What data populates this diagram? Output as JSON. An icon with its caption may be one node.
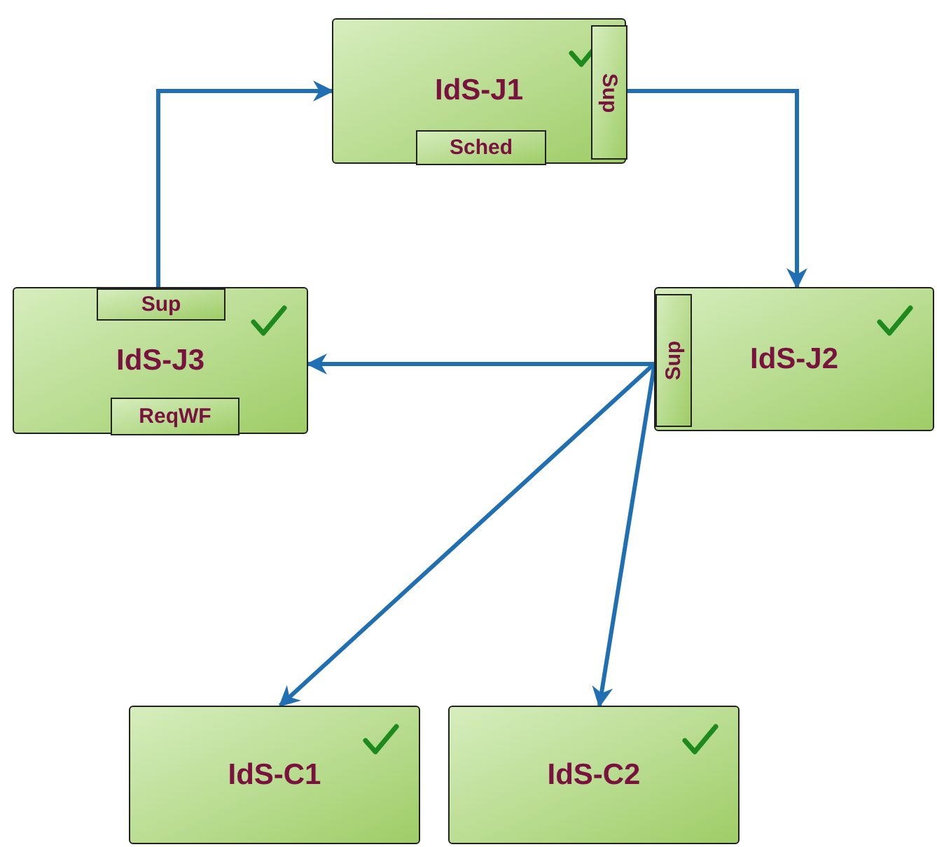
{
  "diagram": {
    "nodes": [
      {
        "text": [
          "IdS-J1"
        ]
      },
      {
        "text": [
          "Sched"
        ],
        "in": 0
      },
      {
        "text": [
          "Sup"
        ],
        "in": 0
      },
      {
        "text": [
          "IdS-J3"
        ]
      },
      {
        "text": [
          "Sup"
        ],
        "in": 3
      },
      {
        "text": [
          "ReqWF"
        ],
        "in": 3
      },
      {
        "text": [
          "IdS-J2"
        ]
      },
      {
        "text": [
          "Sup"
        ],
        "in": 6
      },
      {
        "text": [
          "IdS-C1"
        ]
      },
      {
        "text": [
          "IdS-C2"
        ]
      }
    ],
    "edges": [
      {
        "from": 4,
        "to": 0,
        "arrow": "to"
      },
      {
        "from": 2,
        "to": 6,
        "arrow": "to"
      },
      {
        "from": 7,
        "to": 3,
        "arrow": "to"
      },
      {
        "from": 7,
        "to": 8,
        "arrow": "to"
      },
      {
        "from": 7,
        "to": 9,
        "arrow": "to"
      }
    ]
  }
}
